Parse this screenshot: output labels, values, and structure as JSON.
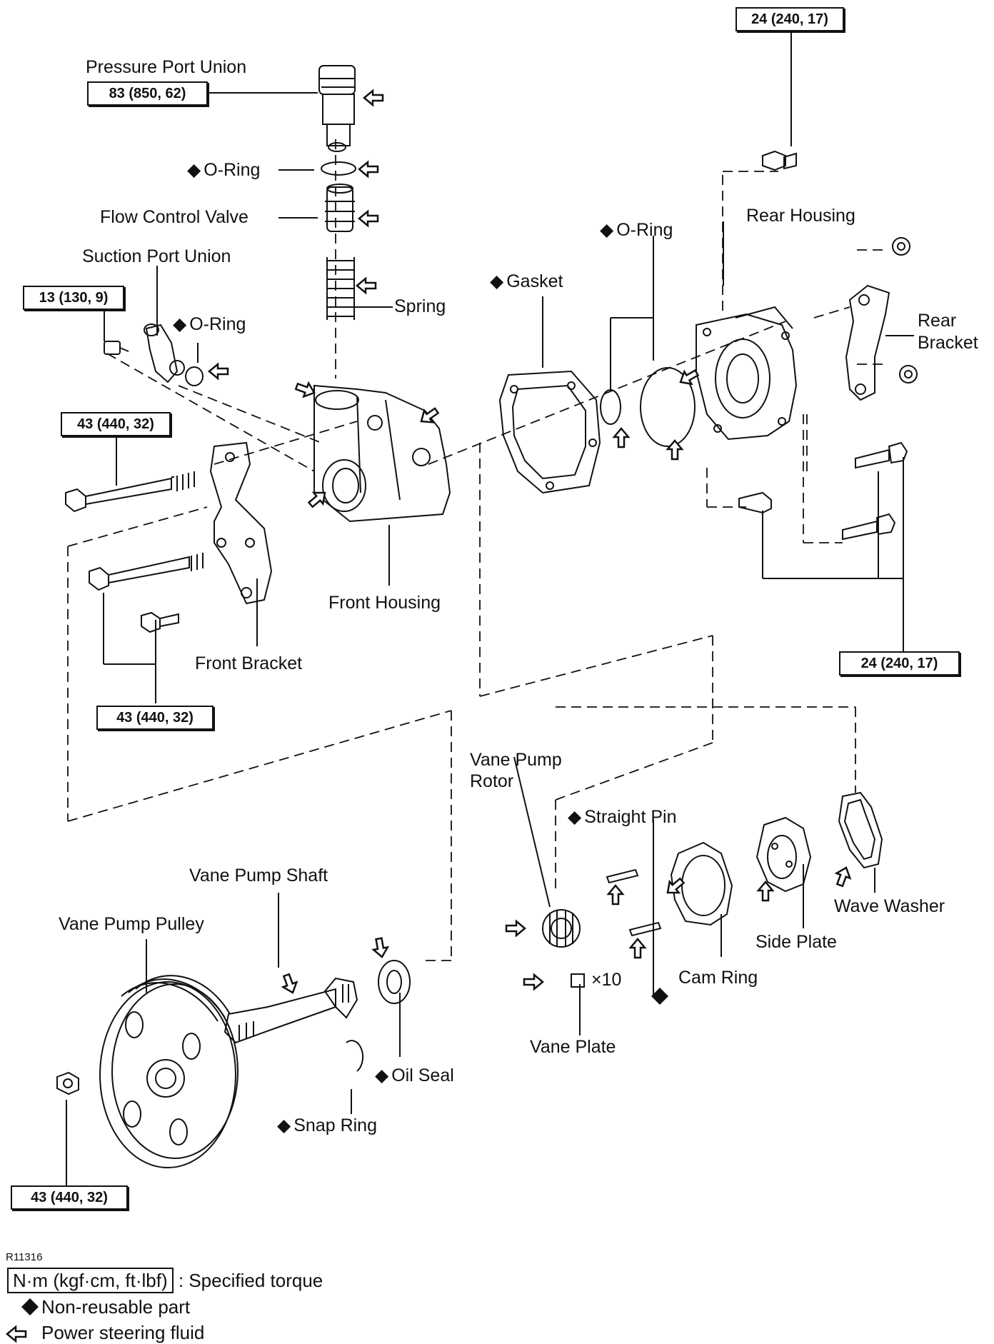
{
  "labels": {
    "pressure_port_union": "Pressure Port Union",
    "oring_top": "O-Ring",
    "flow_control_valve": "Flow Control Valve",
    "suction_port_union": "Suction Port Union",
    "oring_suction": "O-Ring",
    "spring": "Spring",
    "gasket": "Gasket",
    "oring_rear": "O-Ring",
    "rear_housing": "Rear Housing",
    "rear_bracket_1": "Rear",
    "rear_bracket_2": "Bracket",
    "front_housing": "Front Housing",
    "front_bracket": "Front Bracket",
    "vane_pump_rotor_1": "Vane Pump",
    "vane_pump_rotor_2": "Rotor",
    "straight_pin": "Straight Pin",
    "wave_washer": "Wave Washer",
    "side_plate": "Side Plate",
    "cam_ring": "Cam Ring",
    "times_ten": "×10",
    "vane_plate": "Vane Plate",
    "vane_pump_shaft": "Vane Pump Shaft",
    "vane_pump_pulley": "Vane Pump Pulley",
    "oil_seal": "Oil Seal",
    "snap_ring": "Snap Ring"
  },
  "torques": {
    "rear_top": "24 (240, 17)",
    "pressure_port": "83 (850, 62)",
    "suction": "13 (130, 9)",
    "front_bolt_upper": "43 (440, 32)",
    "front_bracket": "43 (440, 32)",
    "rear_lower": "24 (240, 17)",
    "pulley_nut": "43 (440, 32)"
  },
  "figure_code": "R11316",
  "legend": {
    "torque_unit": "N·m (kgf·cm, ft·lbf)",
    "torque_desc": ": Specified torque",
    "non_reusable": "Non-reusable part",
    "fluid": "Power steering fluid"
  }
}
